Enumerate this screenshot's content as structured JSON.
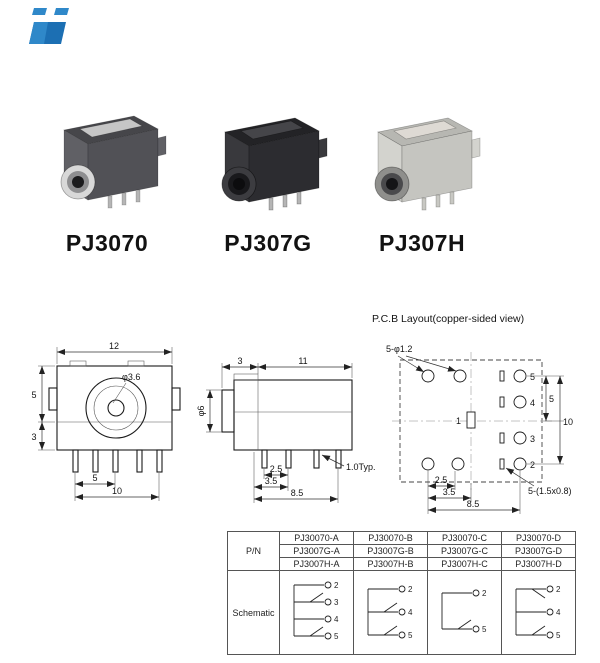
{
  "logo": {
    "light": "#2f88c9",
    "dark": "#1c6fb3"
  },
  "products": [
    {
      "name": "PJ3070",
      "colors": {
        "top": "#46464a",
        "front": "#606065",
        "side": "#515156",
        "detail": "#c6c6c6",
        "ring": "#d8d8d8",
        "ring2": "#8e8e90",
        "hole": "#1b1b1d",
        "pins": "#b5b5b5"
      }
    },
    {
      "name": "PJ307G",
      "colors": {
        "top": "#232326",
        "front": "#39393d",
        "side": "#2c2c30",
        "detail": "#454549",
        "ring": "#3c3c40",
        "ring2": "#19191c",
        "hole": "#0c0c0e",
        "pins": "#b5b5b5"
      }
    },
    {
      "name": "PJ307H",
      "colors": {
        "top": "#b7b7b2",
        "front": "#d3d3ce",
        "side": "#c5c5c0",
        "detail": "#dedad4",
        "ring": "#8f8f8c",
        "ring2": "#4a4a4c",
        "hole": "#151517",
        "pins": "#c8c8c3"
      }
    }
  ],
  "front_view": {
    "dim_width": "12",
    "dim_left_upper": "5",
    "dim_left_lower": "3",
    "dim_pin_pitch": "5",
    "dim_total": "10",
    "dim_hole": "φ3.6"
  },
  "side_view": {
    "dim_front": "3",
    "dim_body": "11",
    "dim_barrel": "φ6",
    "dim_p1": "2.5",
    "dim_p2": "3.5",
    "dim_p3": "8.5",
    "note": "1.0Typ."
  },
  "pcb_view": {
    "title": "P.C.B Layout(copper-sided view)",
    "holes_note": "5-φ1.2",
    "slots_note": "5-(1.5x0.8)",
    "dim_right_inner": "5",
    "dim_right_outer": "10",
    "dim_b1": "2.5",
    "dim_b2": "3.5",
    "dim_b3": "8.5",
    "pins": [
      "5",
      "4",
      "1",
      "3",
      "2"
    ]
  },
  "table": {
    "pn_label": "P/N",
    "schematic_label": "Schematic",
    "part_rows": [
      [
        "PJ30070-A",
        "PJ30070-B",
        "PJ30070-C",
        "PJ30070-D"
      ],
      [
        "PJ3007G-A",
        "PJ3007G-B",
        "PJ3007G-C",
        "PJ3007G-D"
      ],
      [
        "PJ3007H-A",
        "PJ3007H-B",
        "PJ3007H-C",
        "PJ3007H-D"
      ]
    ],
    "schematics": [
      {
        "pins": [
          "2",
          "3",
          "4",
          "5"
        ]
      },
      {
        "pins": [
          "2",
          "4",
          "5"
        ]
      },
      {
        "pins": [
          "2",
          "5"
        ]
      },
      {
        "pins": [
          "2",
          "4",
          "5"
        ]
      }
    ]
  }
}
